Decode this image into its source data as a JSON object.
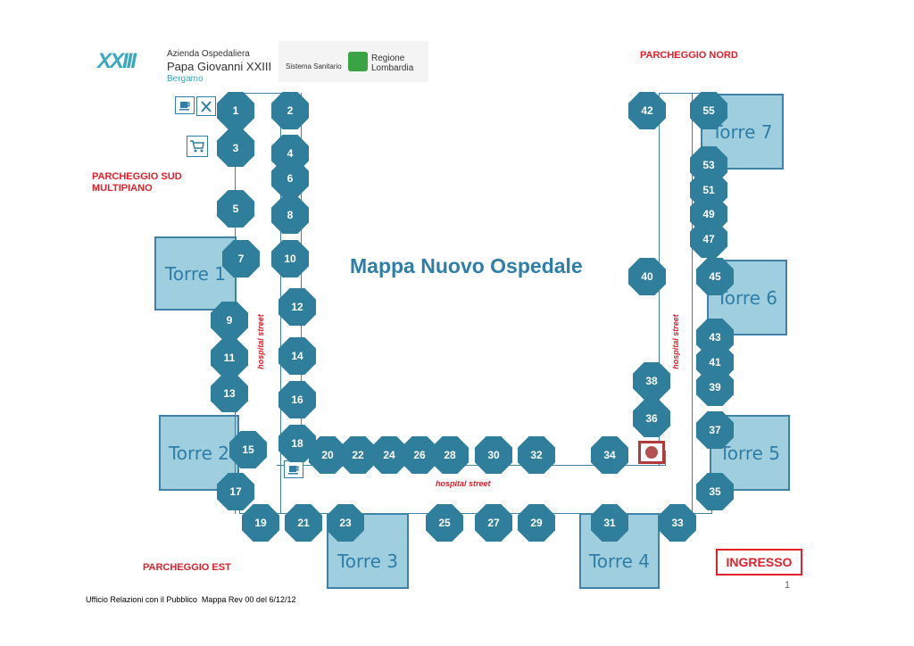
{
  "header": {
    "logo_line1": "Azienda Ospedaliera",
    "logo_line2": "Papa Giovanni XXIII",
    "logo_city": "Bergamo",
    "logo_mark": "XXIII",
    "region_system": "Sistema Sanitario",
    "region_name1": "Regione",
    "region_name2": "Lombardia"
  },
  "map": {
    "title": "Mappa Nuovo Ospedale",
    "parking_north": "PARCHEGGIO NORD",
    "parking_south_1": "PARCHEGGIO SUD",
    "parking_south_2": "MULTIPIANO",
    "parking_east": "PARCHEGGIO EST",
    "entrance": "INGRESSO",
    "street_label": "hospital street",
    "towers": [
      "Torre 1",
      "Torre 2",
      "Torre 3",
      "Torre 4",
      "Torre 5",
      "Torre 6",
      "Torre 7"
    ],
    "elevators": [
      "1",
      "2",
      "3",
      "4",
      "5",
      "6",
      "7",
      "8",
      "9",
      "10",
      "11",
      "12",
      "13",
      "14",
      "15",
      "16",
      "17",
      "18",
      "19",
      "20",
      "21",
      "22",
      "23",
      "24",
      "25",
      "26",
      "27",
      "28",
      "29",
      "30",
      "31",
      "32",
      "33",
      "34",
      "35",
      "36",
      "37",
      "38",
      "39",
      "40",
      "41",
      "42",
      "43",
      "45",
      "47",
      "49",
      "51",
      "53",
      "55"
    ],
    "icons": [
      "coffee-icon",
      "restaurant-icon",
      "shopping-cart-icon",
      "coffee-icon",
      "restaurant-icon"
    ],
    "colors": {
      "tower_fill": "#9fcfdf",
      "tower_border": "#3f82a6",
      "elevator": "#2f7e9c",
      "label_red": "#e0202a",
      "title_blue": "#2f7ea8"
    }
  },
  "footer": {
    "note": "Ufficio Relazioni con il Pubblico  Mappa Rev 00 del 6/12/12",
    "page_number": "1"
  }
}
